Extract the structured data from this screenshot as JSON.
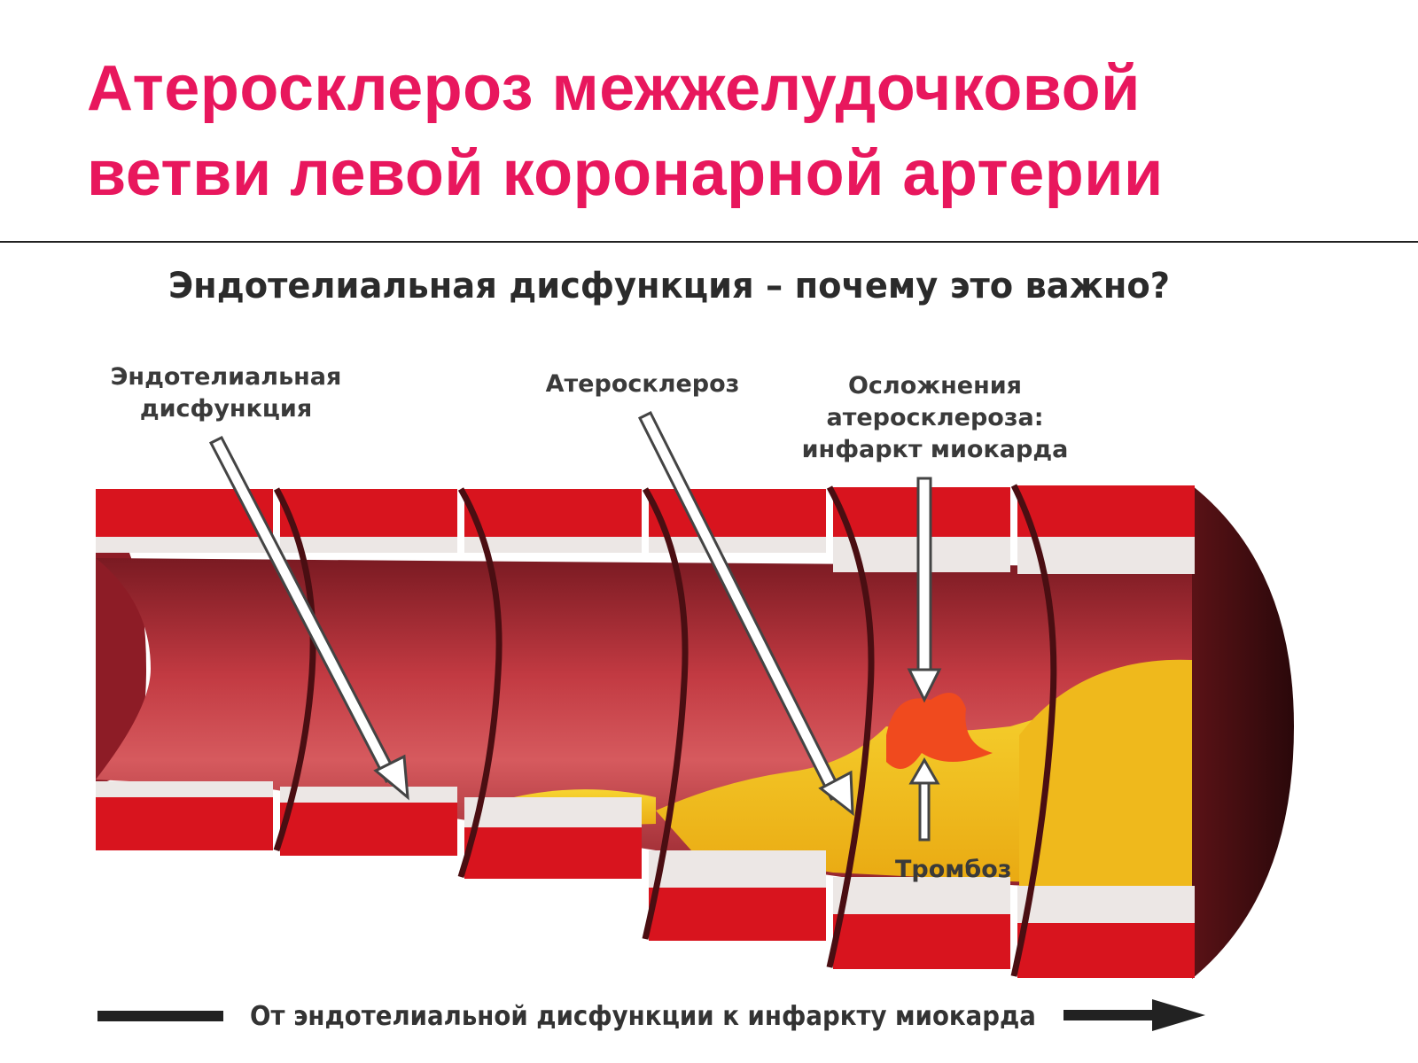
{
  "slide": {
    "title_line1": "Атеросклероз межжелудочковой",
    "title_line2": "ветви левой коронарной артерии",
    "title_color": "#e8175d"
  },
  "figure": {
    "title": "Эндотелиальная дисфункция – почему это важно?",
    "labels": {
      "endothelial_line1": "Эндотелиальная",
      "endothelial_line2": "дисфункция",
      "atherosclerosis": "Атеросклероз",
      "complications_line1": "Осложнения",
      "complications_line2": "атеросклероза:",
      "complications_line3": "инфаркт миокарда",
      "thrombosis": "Тромбоз"
    },
    "footer": "От эндотелиальной дисфункции к инфаркту миокарда",
    "colors": {
      "wall_red": "#d8141e",
      "lumen": "#b8343a",
      "intima": "#e9e5e3",
      "plaque": "#f2c418",
      "thrombus": "#f04a1e"
    },
    "icons": [
      "arrow-right-icon",
      "annotation-arrow-icon"
    ]
  }
}
